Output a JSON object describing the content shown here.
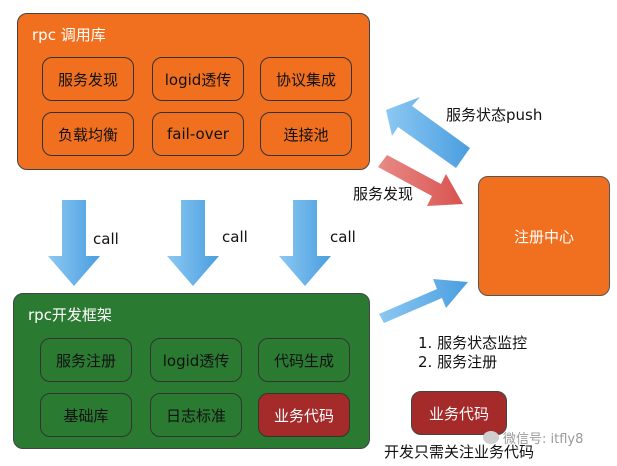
{
  "rpc_lib": {
    "title": "rpc 调用库",
    "items": [
      "服务发现",
      "logid透传",
      "协议集成",
      "负载均衡",
      "fail-over",
      "连接池"
    ]
  },
  "rpc_framework": {
    "title": "rpc开发框架",
    "items": [
      "服务注册",
      "logid透传",
      "代码生成",
      "基础库",
      "日志标准",
      "业务代码"
    ]
  },
  "calls": [
    "call",
    "call",
    "call"
  ],
  "registry": {
    "label": "注册中心"
  },
  "arrow_labels": {
    "push": "服务状态push",
    "discovery": "服务发现",
    "registry_items": [
      "1. 服务状态监控",
      "2. 服务注册"
    ]
  },
  "legend": {
    "box_label": "业务代码",
    "caption": "开发只需关注业务代码"
  },
  "watermark": "微信号: itfly8",
  "colors": {
    "orange": "#f07020",
    "green": "#2a7a32",
    "dark_red": "#a52a2a",
    "arrow_blue": "#5aa8e6",
    "arrow_red": "#d9534f"
  }
}
